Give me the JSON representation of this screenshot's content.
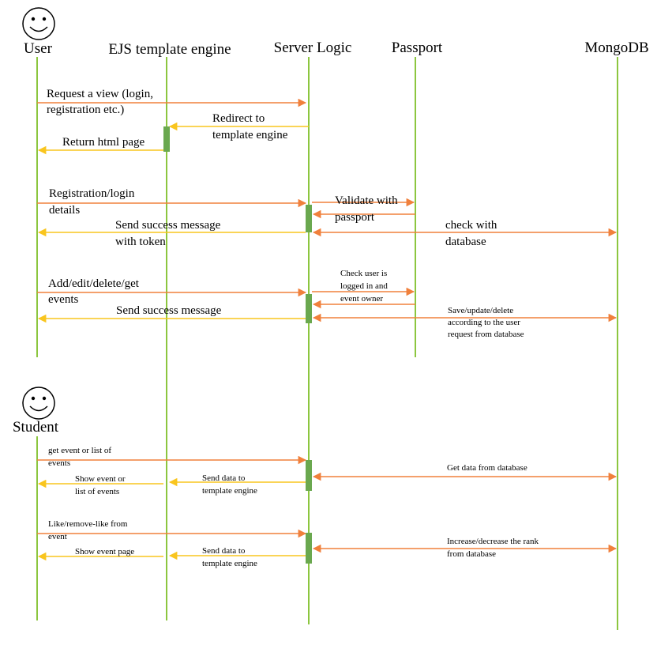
{
  "lifelines": {
    "user": "User",
    "ejs": "EJS template engine",
    "server": "Server Logic",
    "passport": "Passport",
    "mongodb": "MongoDB"
  },
  "student_label": "Student",
  "colors": {
    "lifeline": "#8CC63F",
    "activation": "#6AA84F",
    "request_arrow": "#F0803C",
    "response_arrow": "#F9C51E"
  },
  "messages": {
    "m1": [
      "Request a view (login,",
      "registration etc.)"
    ],
    "m2": [
      "Redirect to",
      "template engine"
    ],
    "m3": [
      "Return html page"
    ],
    "m4": [
      "Registration/login",
      "details"
    ],
    "m5": [
      "Validate with",
      "passport"
    ],
    "m6": [
      "Send success message",
      "with token"
    ],
    "m7": [
      "check with",
      "database"
    ],
    "m8": [
      "Add/edit/delete/get",
      "events"
    ],
    "m9": [
      "Check user is",
      "logged in and",
      "event owner"
    ],
    "m10": [
      "Send success message"
    ],
    "m11": [
      "Save/update/delete",
      "according to the user",
      "request from database"
    ],
    "s1": [
      "get event or list of",
      "events"
    ],
    "s2": [
      "Get data from database"
    ],
    "s3": [
      "Show event or",
      "list of events"
    ],
    "s4": [
      "Send data to",
      "template engine"
    ],
    "s5": [
      "Like/remove-like from",
      "event"
    ],
    "s6": [
      "Increase/decrease the rank",
      "from database"
    ],
    "s7": [
      "Show event page"
    ],
    "s8": [
      "Send data to",
      "template engine"
    ]
  }
}
